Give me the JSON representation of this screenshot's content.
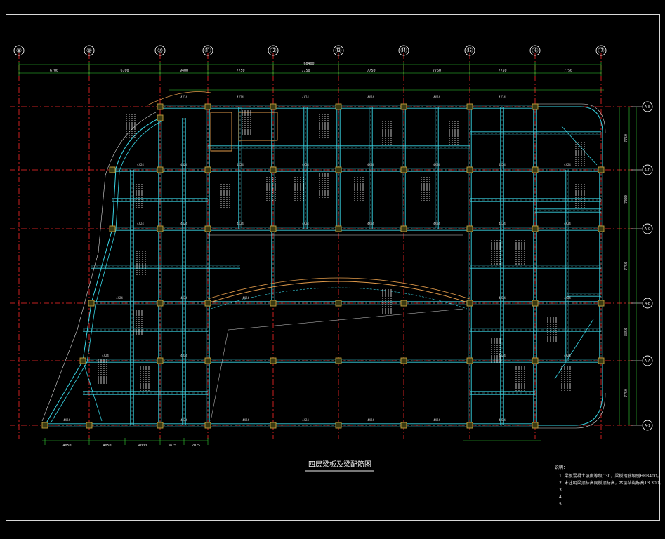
{
  "drawing": {
    "title": "四层梁板及梁配筋图",
    "total_dimension": "68400",
    "column_axes": [
      "⑧",
      "⑨",
      "⑩",
      "⑪",
      "⑫",
      "⑬",
      "⑭",
      "⑮",
      "⑯",
      "⑰"
    ],
    "row_axes": [
      "A-E",
      "A-D",
      "A-C",
      "A-B",
      "A-A",
      "A-1"
    ],
    "top_dimensions": [
      "6700",
      "6700",
      "9400",
      "7750",
      "7750",
      "7750",
      "7750",
      "7750",
      "7750"
    ],
    "bottom_dimensions": [
      "4050",
      "4050",
      "4000",
      "3875",
      "2025"
    ],
    "right_dimensions": [
      "7750",
      "7000",
      "7750",
      "8850",
      "7750"
    ],
    "beam_label": "4X24",
    "notes": {
      "heading": "说明：",
      "items": [
        "1. 梁板混凝土强度等级C30，梁板钢筋级别HRB400。",
        "2. 未注明梁顶标高同板顶标高，本层结构标高13.300。",
        "3.",
        "4.",
        "5."
      ]
    },
    "colors": {
      "axis_line": "#ff2a2a",
      "beam": "#38d4e4",
      "dimension": "#35d835",
      "column": "#c8a23c",
      "white": "#f0f0f0",
      "slope_beam": "#e09a4a"
    }
  }
}
